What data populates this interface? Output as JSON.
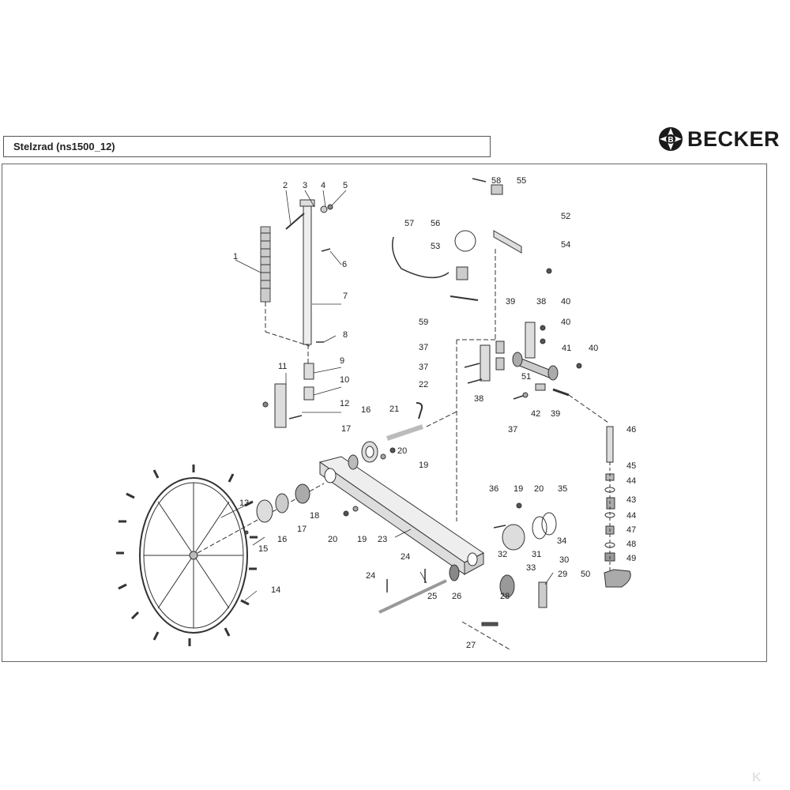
{
  "header": {
    "title": "Stelzrad (ns1500_12)",
    "brand": "BECKER"
  },
  "callouts": [
    "1",
    "2",
    "3",
    "4",
    "5",
    "6",
    "7",
    "8",
    "9",
    "10",
    "11",
    "12",
    "13",
    "14",
    "15",
    "16",
    "17",
    "18",
    "19",
    "20",
    "21",
    "22",
    "23",
    "24",
    "25",
    "26",
    "27",
    "28",
    "29",
    "30",
    "31",
    "32",
    "33",
    "34",
    "35",
    "36",
    "37",
    "38",
    "39",
    "40",
    "41",
    "42",
    "43",
    "44",
    "45",
    "46",
    "47",
    "48",
    "49",
    "50",
    "51",
    "52",
    "53",
    "54",
    "55",
    "56",
    "57",
    "58",
    "59"
  ],
  "watermark": "K"
}
